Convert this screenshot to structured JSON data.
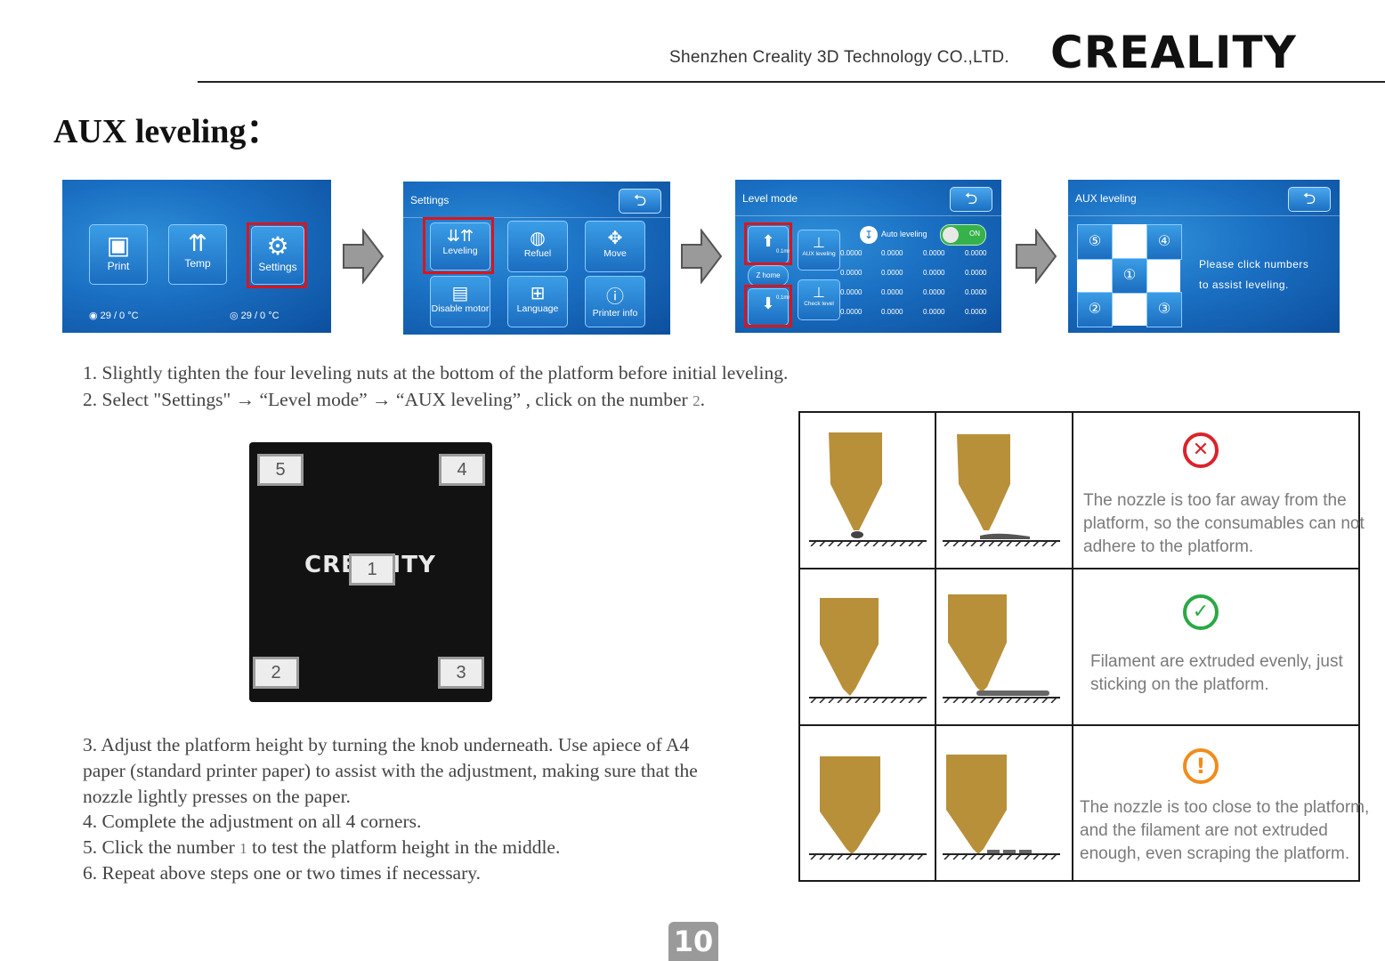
{
  "header": {
    "company": "Shenzhen Creality 3D Technology CO.,LTD.",
    "brand": "CREALITY"
  },
  "title": "AUX leveling：",
  "screens": {
    "home": {
      "tiles": [
        {
          "label": "Print",
          "icon": "sd-card-icon"
        },
        {
          "label": "Temp",
          "icon": "heater-icon"
        },
        {
          "label": "Settings",
          "icon": "gear-icon"
        }
      ],
      "status_left": "29 / 0 °C",
      "status_right": "29 / 0 °C"
    },
    "settings": {
      "title": "Settings",
      "tiles": [
        {
          "label": "Leveling",
          "icon": "leveling-icon"
        },
        {
          "label": "Refuel",
          "icon": "filament-spool-icon"
        },
        {
          "label": "Move",
          "icon": "move-icon"
        },
        {
          "label": "Disable motor",
          "icon": "motor-icon"
        },
        {
          "label": "Language",
          "icon": "language-icon"
        },
        {
          "label": "Printer info",
          "icon": "info-icon"
        }
      ]
    },
    "level_mode": {
      "title": "Level mode",
      "auto_leveling_label": "Auto leveling",
      "toggle_label": "ON",
      "step_label": "0.1mm",
      "z_home_label": "Z home",
      "aux_leveling_label": "AUX leveling",
      "check_level_label": "Check level",
      "grid": [
        [
          "0.0000",
          "0.0000",
          "0.0000",
          "0.0000"
        ],
        [
          "0.0000",
          "0.0000",
          "0.0000",
          "0.0000"
        ],
        [
          "0.0000",
          "0.0000",
          "0.0000",
          "0.0000"
        ],
        [
          "0.0000",
          "0.0000",
          "0.0000",
          "0.0000"
        ]
      ]
    },
    "aux_leveling": {
      "title": "AUX leveling",
      "numbers": [
        "⑤",
        "④",
        "①",
        "②",
        "③"
      ],
      "message_line1": "Please click numbers",
      "message_line2": "to assist leveling."
    }
  },
  "steps": {
    "step1": "1. Slightly tighten the four leveling nuts at the bottom of the platform before initial leveling.",
    "step2": "2. Select \"Settings\" → “Level mode” → “AUX leveling” , click on the number",
    "step2_num": "2",
    "step2_end": ".",
    "step3_line1": "3. Adjust the platform height by turning the knob underneath. Use apiece of  A4",
    "step3_line2": "paper (standard printer paper) to assist with the adjustment, making sure that the",
    "step3_line3": "nozzle lightly presses on the paper.",
    "step4": "4. Complete the adjustment on all 4 corners.",
    "step5_pre": "5. Click the number",
    "step5_num": "1",
    "step5_post": "to test the platform height in the middle.",
    "step6": "6. Repeat above steps one or two times if necessary."
  },
  "bed": {
    "points": [
      "5",
      "4",
      "1",
      "2",
      "3"
    ],
    "logo": "CREALITY"
  },
  "nozzle_table": {
    "rows": [
      {
        "status": "too-far",
        "icon": "error-x-icon",
        "color": "#d9232d",
        "lines": [
          "The nozzle is too far away from the",
          "platform, so the consumables can not",
          "adhere to the platform."
        ]
      },
      {
        "status": "good",
        "icon": "check-circle-icon",
        "color": "#2aa845",
        "lines": [
          "Filament are extruded evenly, just",
          "sticking on the platform."
        ]
      },
      {
        "status": "too-close",
        "icon": "warning-exclamation-icon",
        "color": "#f08c1c",
        "lines": [
          "The nozzle is too close to the platform,",
          "and the filament are not extruded",
          "enough, even scraping the platform."
        ]
      }
    ]
  },
  "page_number": "10"
}
